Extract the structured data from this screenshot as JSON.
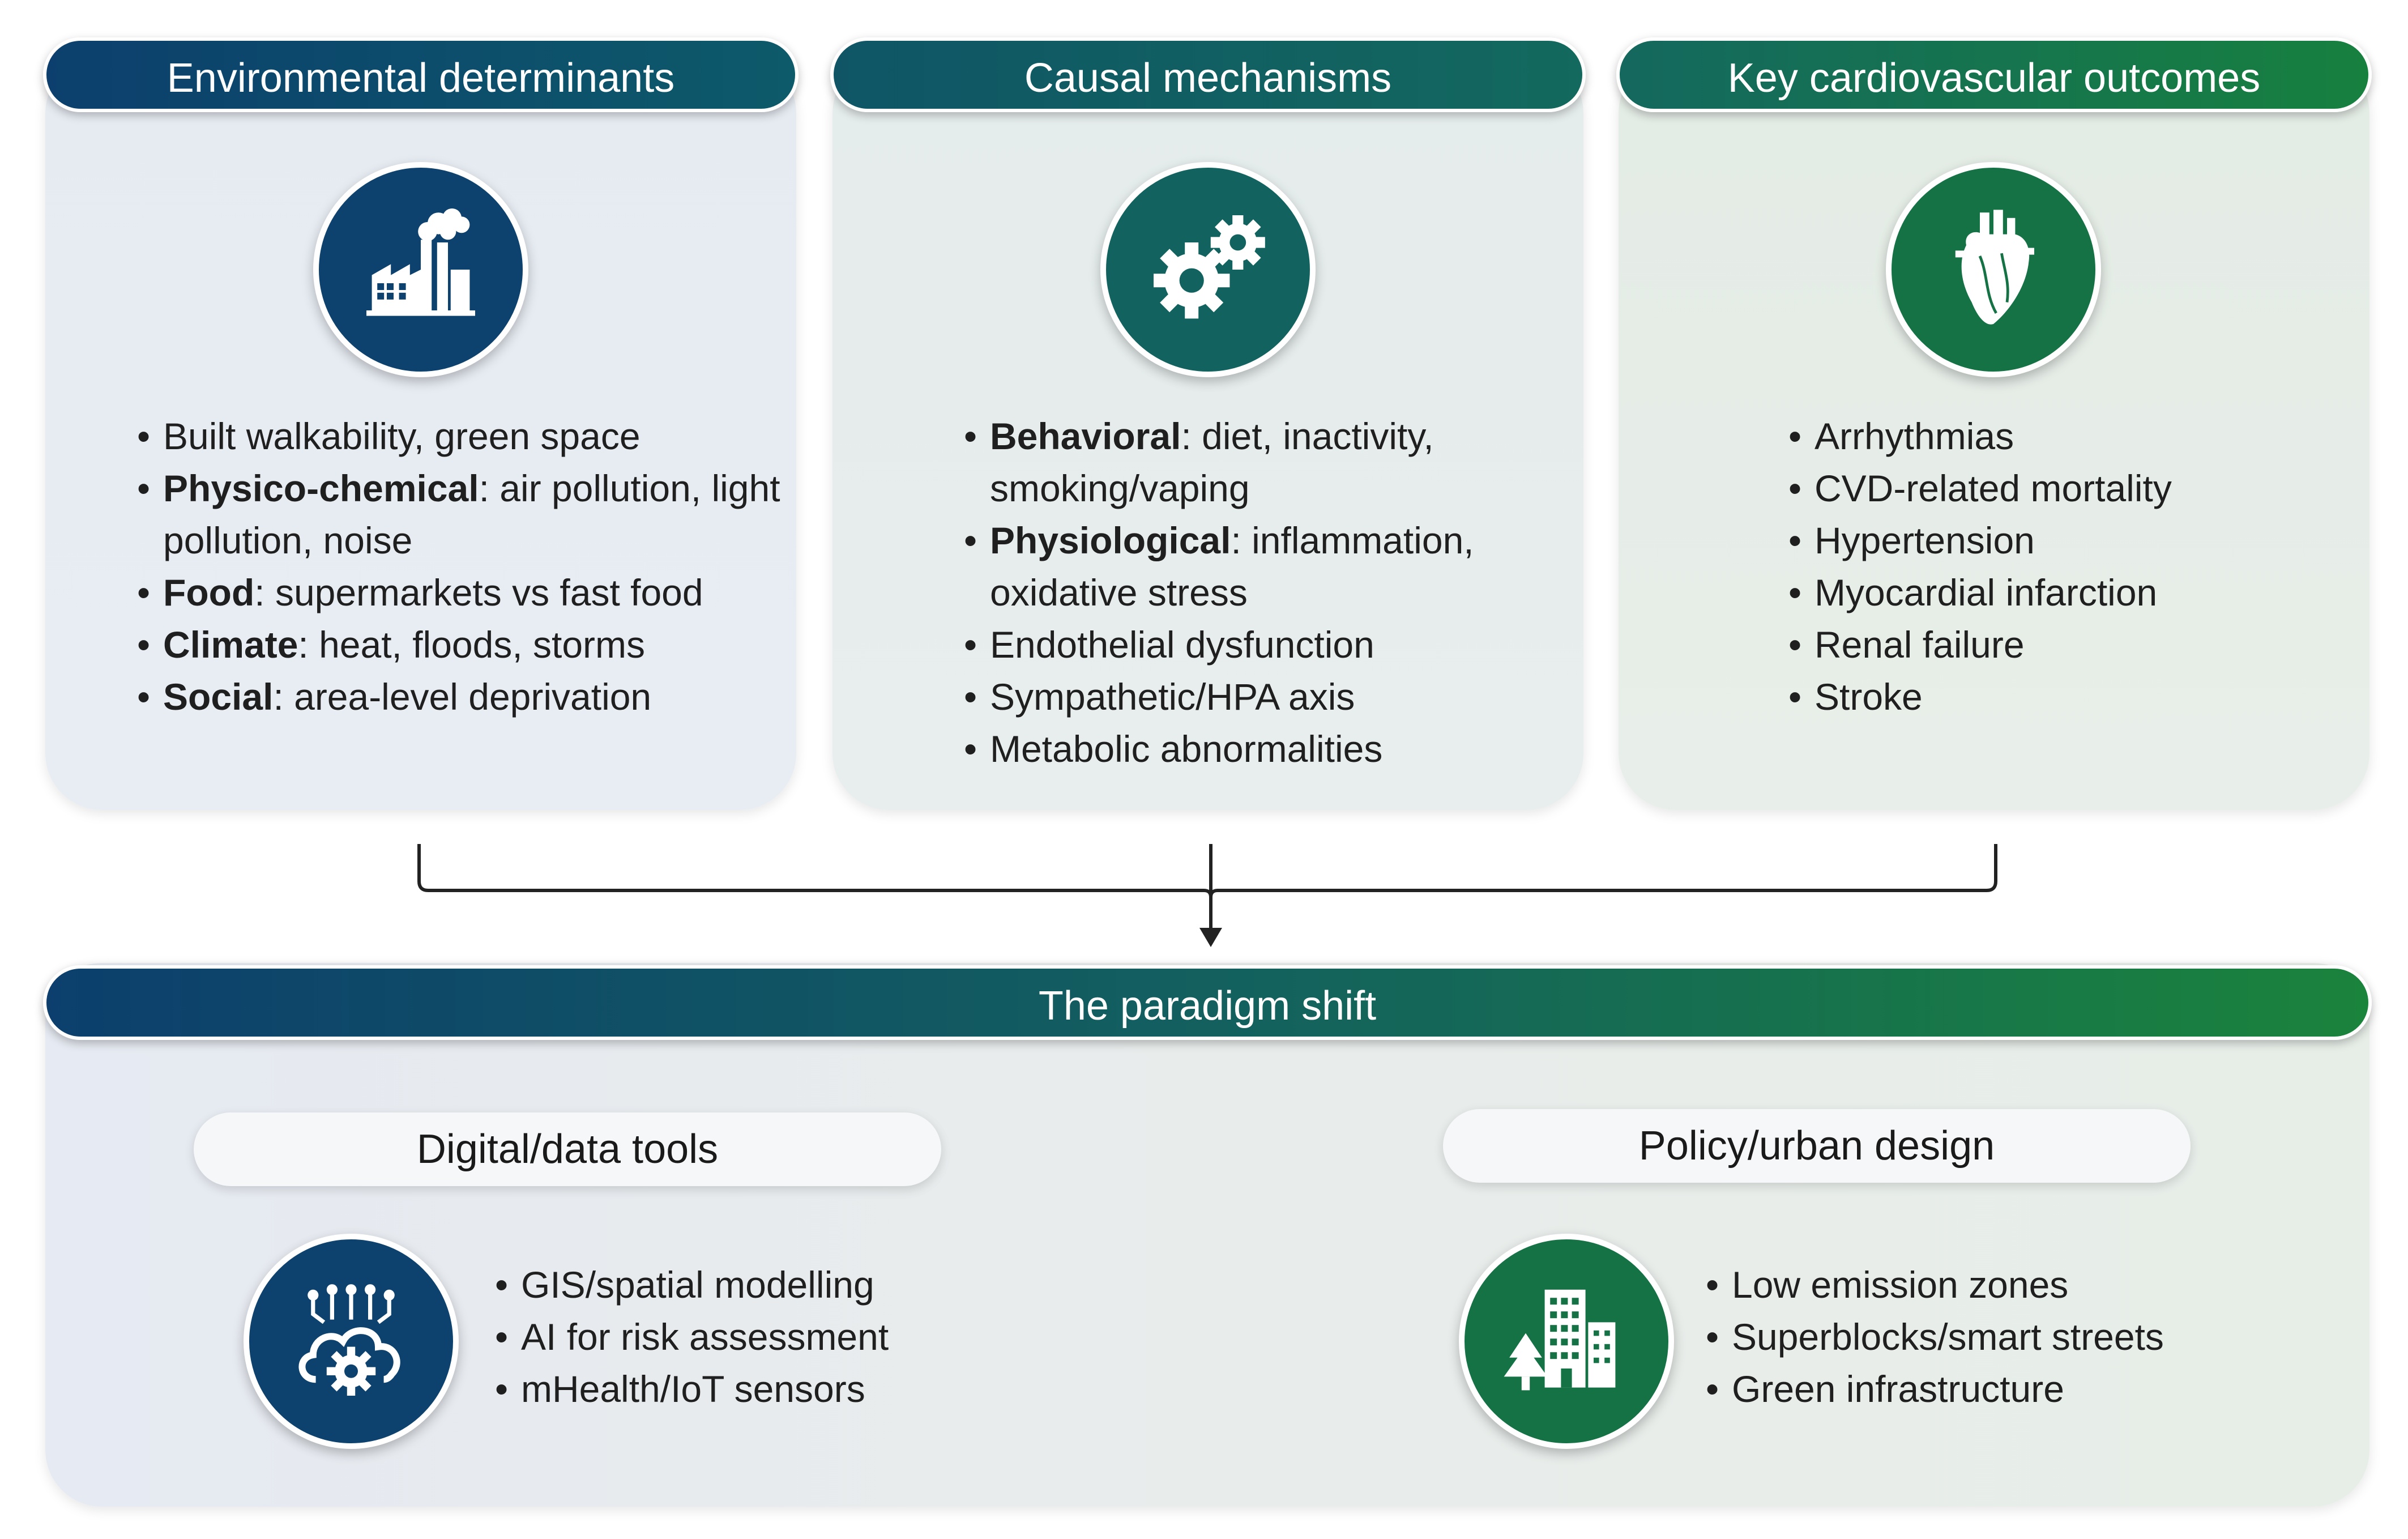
{
  "columns": [
    {
      "title": "Environmental determinants",
      "icon": "factory-icon",
      "items": [
        {
          "bold": "",
          "text": "Built walkability, green space"
        },
        {
          "bold": "Physico-chemical",
          "text": ": air pollution, light pollution, noise"
        },
        {
          "bold": "Food",
          "text": ": supermarkets vs fast food"
        },
        {
          "bold": "Climate",
          "text": ": heat, floods, storms"
        },
        {
          "bold": "Social",
          "text": ": area-level deprivation"
        }
      ]
    },
    {
      "title": "Causal mechanisms",
      "icon": "gears-icon",
      "items": [
        {
          "bold": "Behavioral",
          "text": ": diet, inactivity, smoking/vaping"
        },
        {
          "bold": "Physiological",
          "text": ": inflammation, oxidative stress"
        },
        {
          "bold": "",
          "text": "Endothelial dysfunction"
        },
        {
          "bold": "",
          "text": "Sympathetic/HPA axis"
        },
        {
          "bold": "",
          "text": "Metabolic abnormalities"
        }
      ]
    },
    {
      "title": "Key cardiovascular outcomes",
      "icon": "heart-icon",
      "items": [
        {
          "bold": "",
          "text": "Arrhythmias"
        },
        {
          "bold": "",
          "text": "CVD-related mortality"
        },
        {
          "bold": "",
          "text": "Hypertension"
        },
        {
          "bold": "",
          "text": "Myocardial infarction"
        },
        {
          "bold": "",
          "text": "Renal failure"
        },
        {
          "bold": "",
          "text": "Stroke"
        }
      ]
    }
  ],
  "shift": {
    "title": "The paradigm shift",
    "digital": {
      "title": "Digital/data tools",
      "icon": "cloud-gear-icon",
      "items": [
        "GIS/spatial modelling",
        "AI for risk assessment",
        "mHealth/IoT sensors"
      ]
    },
    "policy": {
      "title": "Policy/urban design",
      "icon": "city-tree-icon",
      "items": [
        "Low emission zones",
        "Superblocks/smart streets",
        "Green infrastructure"
      ]
    }
  },
  "colors": {
    "navy": "#0c3f6d",
    "teal": "#13635f",
    "green": "#1a833c"
  }
}
